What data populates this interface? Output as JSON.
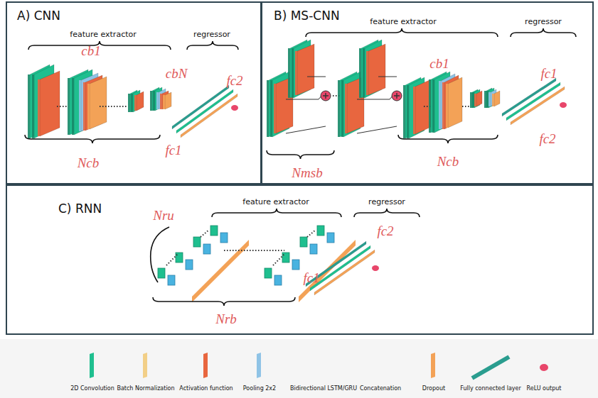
{
  "diagram": {
    "nodes": [
      {
        "text": [
          "A) CNN"
        ]
      },
      {
        "text": [
          "B) MS-CNN"
        ]
      },
      {
        "text": [
          "C) RNN"
        ]
      }
    ],
    "labels": [
      "feature extractor",
      "regressor",
      "cb1",
      "cbN",
      "fc2",
      "fc1",
      "Ncb",
      "feature extractor",
      "regressor",
      "cb1",
      "fc1",
      "fc2",
      "Nmsb",
      "Ncb",
      "feature extractor",
      "regressor",
      "Nru",
      "fc2",
      "fc1",
      "Nrb"
    ],
    "legend": [
      {
        "text": "2D Convolution",
        "color": "#1fbf8f"
      },
      {
        "text": "Batch Normalization",
        "color": "#f2cf87"
      },
      {
        "text": "Activation function",
        "color": "#e8663f"
      },
      {
        "text": "Pooling 2x2",
        "color": "#8fc3e6"
      },
      {
        "text": "Bidirectional LSTM/GRU"
      },
      {
        "text": "Concatenation"
      },
      {
        "text": "Dropout",
        "color": "#f3a257"
      },
      {
        "text": "Fully connected layer",
        "color": "#2a9d8f"
      },
      {
        "text": "ReLU output",
        "color": "#e8466a"
      }
    ]
  }
}
